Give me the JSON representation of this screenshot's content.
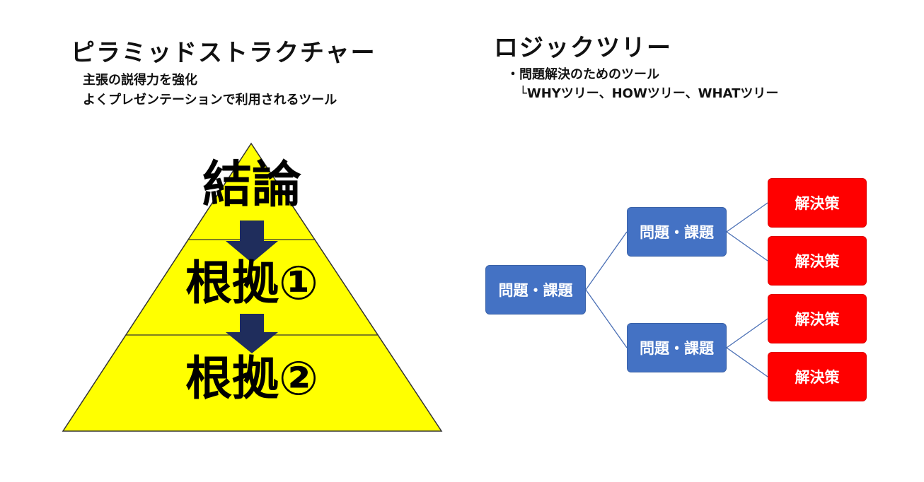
{
  "pyramid_section": {
    "title": "ピラミッドストラクチャー",
    "description_lines": [
      "主張の説得力を強化",
      "よくプレゼンテーションで利用されるツール"
    ],
    "levels": [
      {
        "label": "結論"
      },
      {
        "label": "根拠①"
      },
      {
        "label": "根拠②"
      }
    ],
    "colors": {
      "fill": "#ffff00",
      "outline": "#333333",
      "arrow": "#1f2d5c"
    }
  },
  "logic_tree_section": {
    "title": "ロジックツリー",
    "description_lines": [
      "・問題解決のためのツール",
      "　└WHYツリー、HOWツリー、WHATツリー"
    ],
    "root": {
      "label": "問題・課題",
      "children": [
        {
          "label": "問題・課題",
          "children": [
            {
              "label": "解決策"
            },
            {
              "label": "解決策"
            }
          ]
        },
        {
          "label": "問題・課題",
          "children": [
            {
              "label": "解決策"
            },
            {
              "label": "解決策"
            }
          ]
        }
      ]
    },
    "colors": {
      "problem_box": "#4472c4",
      "solution_box": "#ff0000",
      "connector": "#4a6fb5"
    }
  }
}
